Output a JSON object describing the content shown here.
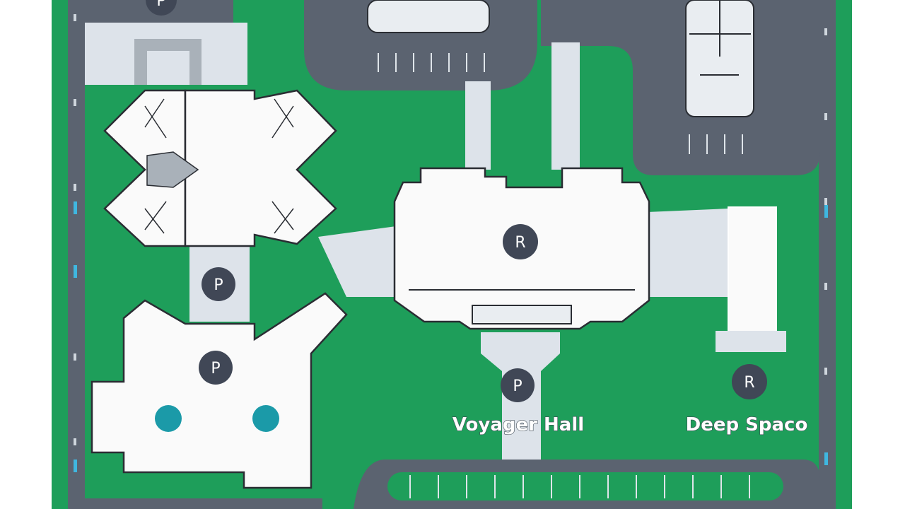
{
  "map": {
    "colors": {
      "grass": "#1e9e5a",
      "road": "#5b6370",
      "building": "#fafafa",
      "walkway": "#dde3ea",
      "outline": "#2a2d33",
      "marker": "#404756",
      "pool": "#1b9aa8"
    },
    "markers": [
      {
        "letter": "P"
      },
      {
        "letter": "P"
      },
      {
        "letter": "P"
      },
      {
        "letter": "R"
      },
      {
        "letter": "R"
      },
      {
        "letter": "P"
      }
    ],
    "labels": {
      "voyager_hall": "Voyager Hall",
      "deep_space": "Deep Spaco"
    }
  }
}
